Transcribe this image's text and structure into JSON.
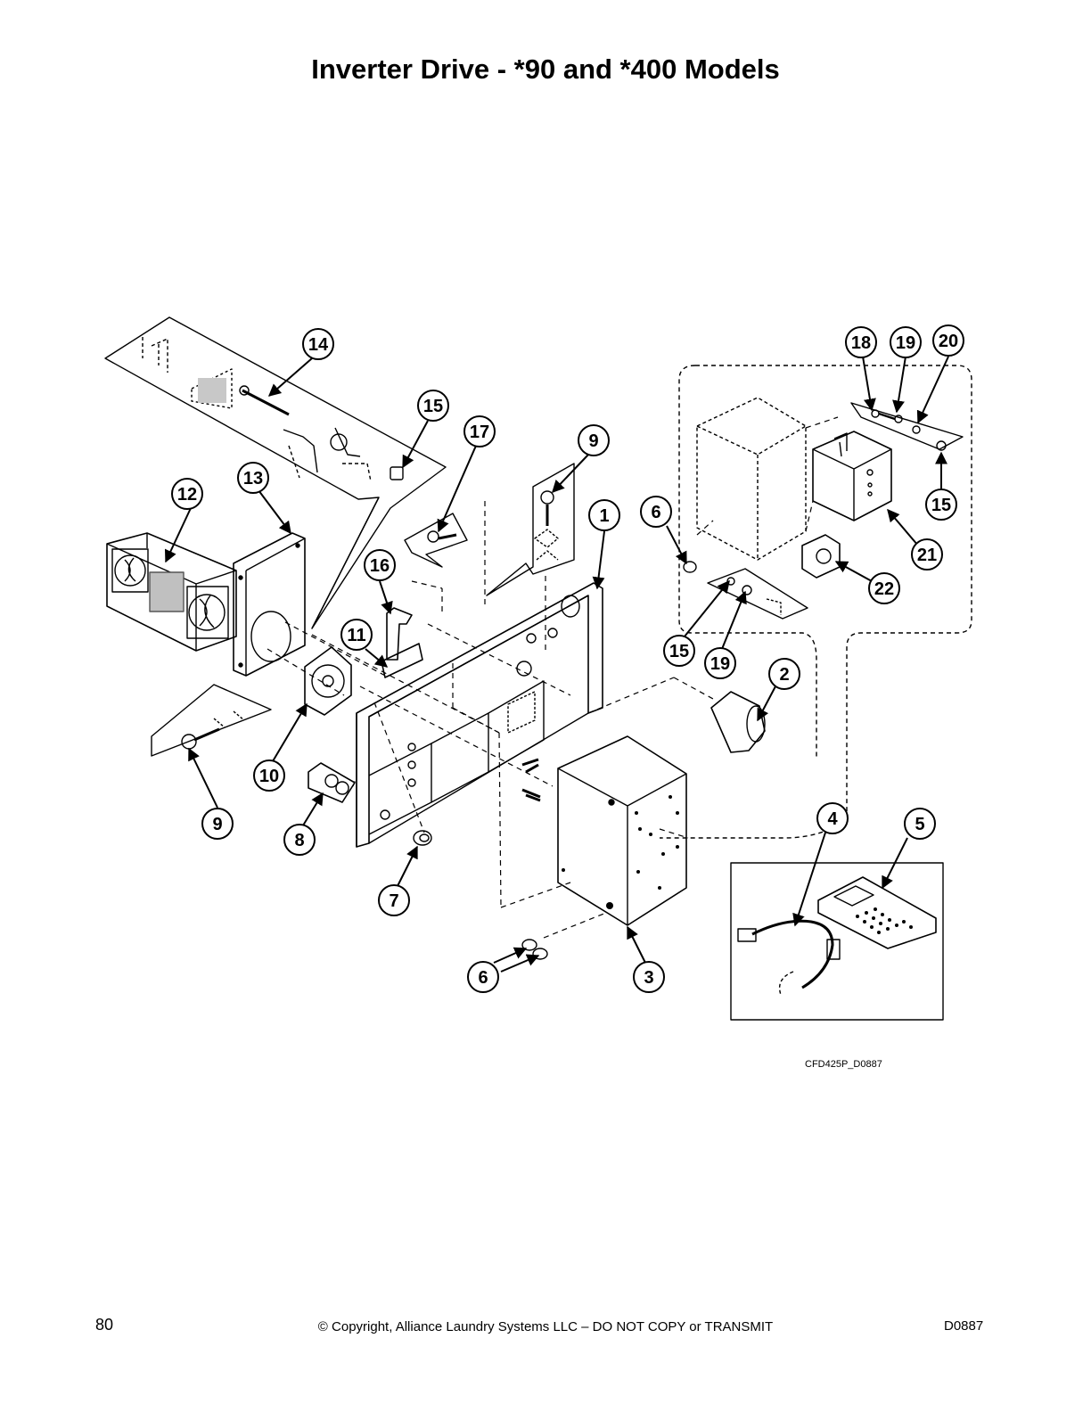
{
  "page": {
    "title": "Inverter Drive - *90 and *400 Models",
    "figure_ref": "CFD425P_D0887",
    "page_number": "80",
    "copyright": "© Copyright, Alliance Laundry Systems LLC – DO NOT COPY or TRANSMIT",
    "doc_id": "D0887"
  },
  "callouts": [
    {
      "id": "c14a",
      "label": "14"
    },
    {
      "id": "c15a",
      "label": "15"
    },
    {
      "id": "c17",
      "label": "17"
    },
    {
      "id": "c9a",
      "label": "9"
    },
    {
      "id": "c12",
      "label": "12"
    },
    {
      "id": "c13",
      "label": "13"
    },
    {
      "id": "c1",
      "label": "1"
    },
    {
      "id": "c6a",
      "label": "6"
    },
    {
      "id": "c16",
      "label": "16"
    },
    {
      "id": "c11",
      "label": "11"
    },
    {
      "id": "c18",
      "label": "18"
    },
    {
      "id": "c19a",
      "label": "19"
    },
    {
      "id": "c20",
      "label": "20"
    },
    {
      "id": "c15b",
      "label": "15"
    },
    {
      "id": "c21",
      "label": "21"
    },
    {
      "id": "c22",
      "label": "22"
    },
    {
      "id": "c15c",
      "label": "15"
    },
    {
      "id": "c19b",
      "label": "19"
    },
    {
      "id": "c2",
      "label": "2"
    },
    {
      "id": "c10",
      "label": "10"
    },
    {
      "id": "c9b",
      "label": "9"
    },
    {
      "id": "c8",
      "label": "8"
    },
    {
      "id": "c7",
      "label": "7"
    },
    {
      "id": "c4",
      "label": "4"
    },
    {
      "id": "c5",
      "label": "5"
    },
    {
      "id": "c6b",
      "label": "6"
    },
    {
      "id": "c3",
      "label": "3"
    }
  ]
}
